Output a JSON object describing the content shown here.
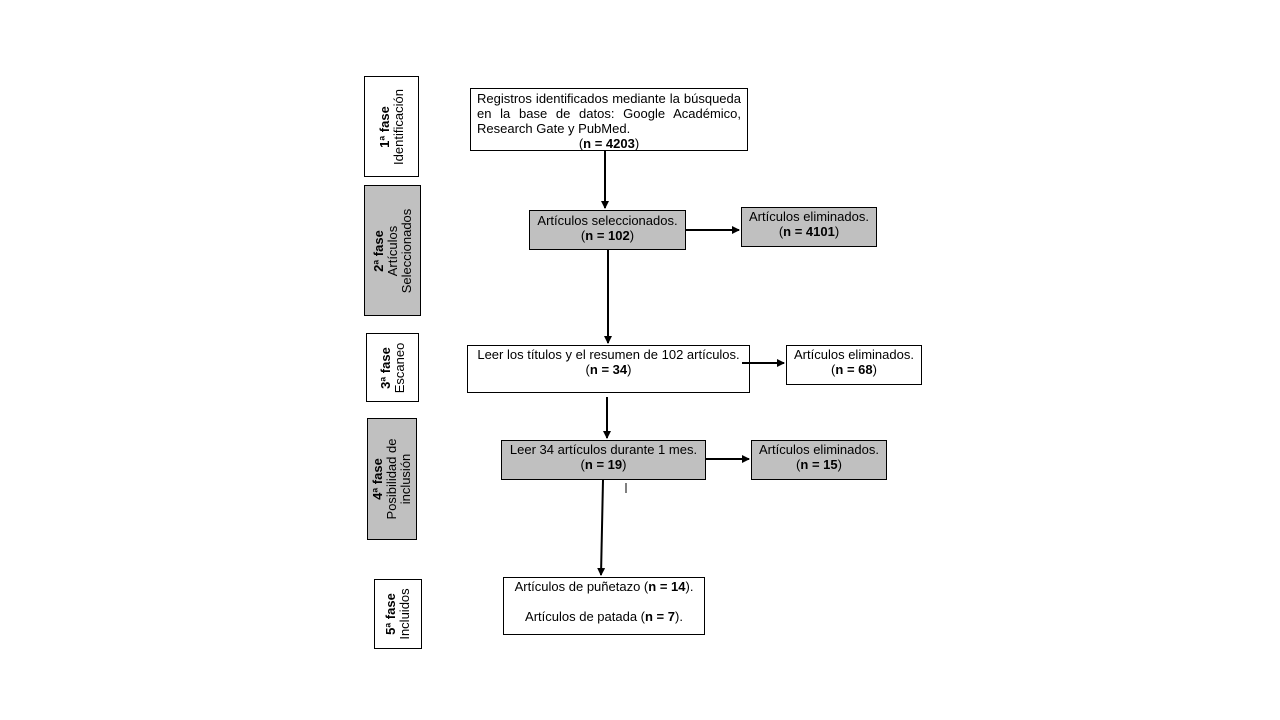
{
  "phases": [
    {
      "num": "1ª fase",
      "label": [
        "Identificación"
      ],
      "shade": "white"
    },
    {
      "num": "2ª fase",
      "label": [
        "Artículos",
        "Seleccionados"
      ],
      "shade": "gray"
    },
    {
      "num": "3ª fase",
      "label": [
        "Escaneo"
      ],
      "shade": "white"
    },
    {
      "num": "4ª fase",
      "label": [
        "Posibilidad de",
        "inclusión"
      ],
      "shade": "gray"
    },
    {
      "num": "5ª fase",
      "label": [
        "Incluidos"
      ],
      "shade": "white"
    }
  ],
  "boxes": {
    "identified": {
      "text": "Registros identificados mediante la búsqueda en la base de datos: Google Académico, Research Gate y PubMed.",
      "count_prefix": "(",
      "count": "n = 4203",
      "count_suffix": ")"
    },
    "selected": {
      "text": "Artículos seleccionados.",
      "count_prefix": "(",
      "count": "n = 102",
      "count_suffix": ")"
    },
    "eliminated_1": {
      "text": "Artículos eliminados.",
      "count_prefix": "(",
      "count": "n = 4101",
      "count_suffix": ")"
    },
    "screening": {
      "text": "Leer los títulos y el resumen de 102 artículos.",
      "count_prefix": "(",
      "count": "n = 34",
      "count_suffix": ")"
    },
    "eliminated_2": {
      "text": "Artículos eliminados.",
      "count_prefix": "(",
      "count": "n = 68",
      "count_suffix": ")"
    },
    "eligibility": {
      "text": "Leer 34 artículos durante 1 mes.",
      "count_prefix": "(",
      "count": "n = 19",
      "count_suffix": ")"
    },
    "eliminated_3": {
      "text": "Artículos eliminados.",
      "count_prefix": "(",
      "count": "n = 15",
      "count_suffix": ")"
    },
    "included": {
      "punch_text": "Artículos de puñetazo (",
      "punch_count": "n = 14",
      "punch_suffix": ").",
      "kick_text": "Artículos de patada (",
      "kick_count": "n = 7",
      "kick_suffix": ")."
    }
  },
  "colors": {
    "gray_fill": "#c0c0c0",
    "white_fill": "#ffffff",
    "stroke": "#000000"
  }
}
